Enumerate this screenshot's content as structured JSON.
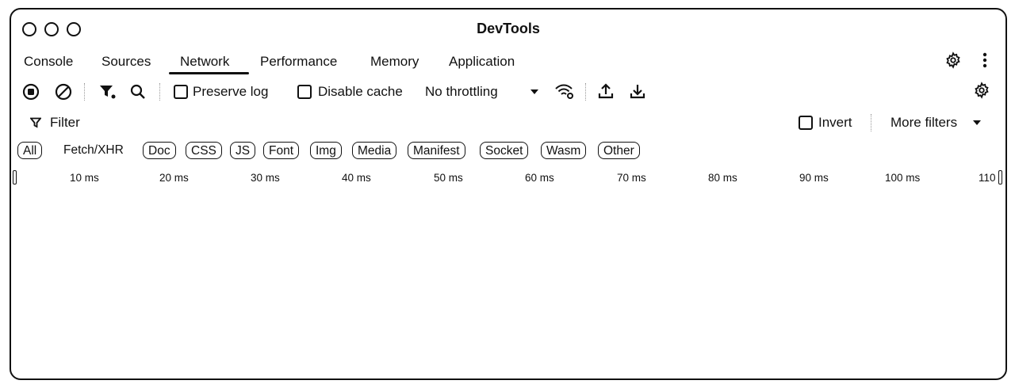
{
  "window": {
    "title": "DevTools"
  },
  "tabs": [
    {
      "label": "Console"
    },
    {
      "label": "Sources"
    },
    {
      "label": "Network",
      "active": true
    },
    {
      "label": "Performance"
    },
    {
      "label": "Memory"
    },
    {
      "label": "Application"
    }
  ],
  "header_icons": [
    "gear-icon",
    "kebab-menu-icon"
  ],
  "toolbar": {
    "record_icon": "record-stop-icon",
    "clear_icon": "clear-icon",
    "filter_icon": "filter-icon",
    "search_icon": "search-icon",
    "preserve_log_label": "Preserve log",
    "preserve_log_checked": false,
    "disable_cache_label": "Disable cache",
    "disable_cache_checked": false,
    "throttling_value": "No throttling",
    "network_conditions_icon": "wifi-settings-icon",
    "import_icon": "upload-icon",
    "export_icon": "download-icon",
    "settings_icon": "gear-icon"
  },
  "filter_bar": {
    "filter_label": "Filter",
    "invert_label": "Invert",
    "invert_checked": false,
    "more_filters_label": "More filters"
  },
  "type_filters": [
    {
      "label": "All",
      "active": true
    },
    {
      "label": "Fetch/XHR"
    },
    {
      "label": "Doc"
    },
    {
      "label": "CSS"
    },
    {
      "label": "JS"
    },
    {
      "label": "Font"
    },
    {
      "label": "Img"
    },
    {
      "label": "Media"
    },
    {
      "label": "Manifest"
    },
    {
      "label": "Socket"
    },
    {
      "label": "Wasm"
    },
    {
      "label": "Other"
    }
  ],
  "timeline": {
    "ticks": [
      "10 ms",
      "20 ms",
      "30 ms",
      "40 ms",
      "50 ms",
      "60 ms",
      "70 ms",
      "80 ms",
      "90 ms",
      "100 ms",
      "110"
    ]
  },
  "colors": {
    "foreground": "#111111",
    "background": "#ffffff"
  }
}
